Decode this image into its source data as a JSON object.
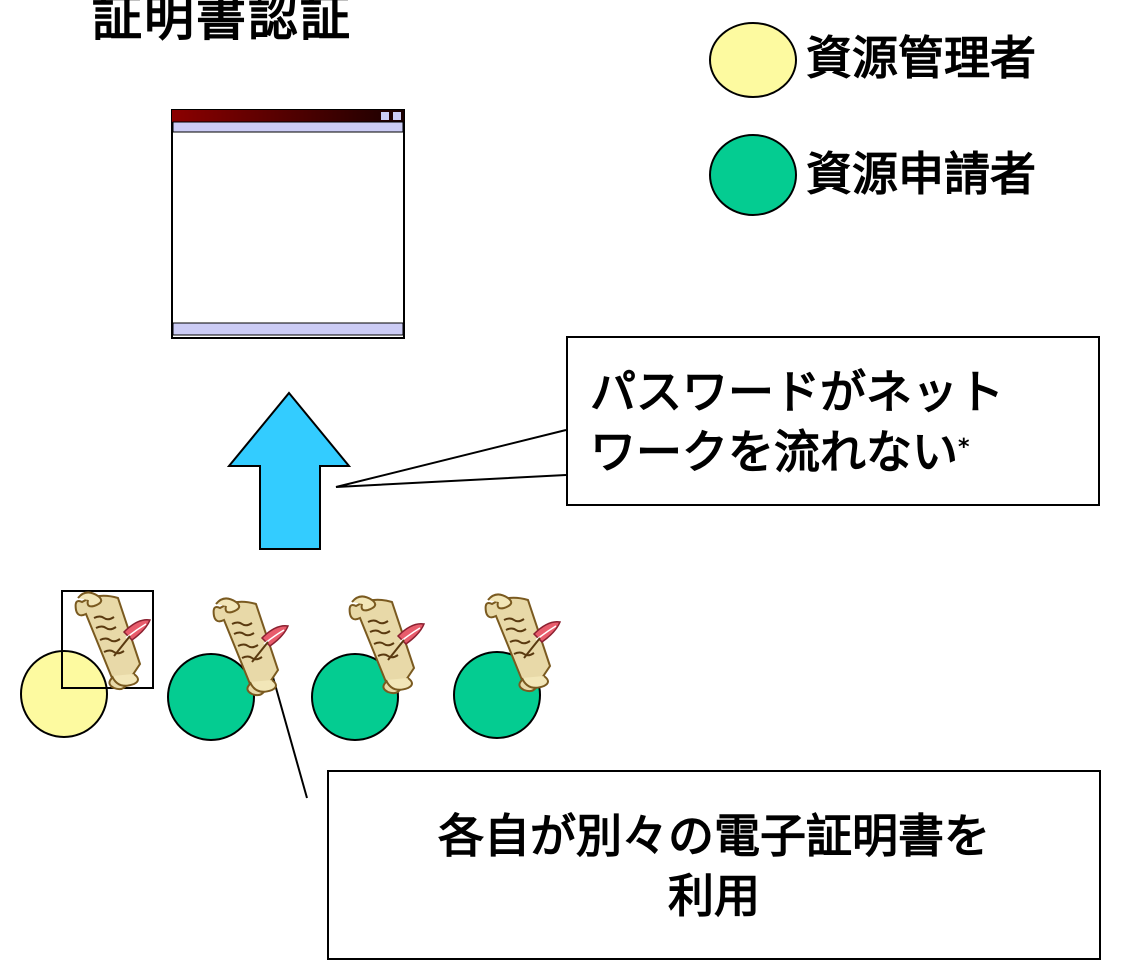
{
  "title": "証明書認証",
  "legend": [
    {
      "label": "資源管理者",
      "color": "#fdfaa0"
    },
    {
      "label": "資源申請者",
      "color": "#04cc91"
    }
  ],
  "callout_network": {
    "line1": "パスワードがネット",
    "line2": "ワークを流れない",
    "mark": "*"
  },
  "callout_cert": {
    "line1": "各自が別々の電子証明書を",
    "line2": "利用"
  },
  "colors": {
    "window_titlebar_start": "#8b0000",
    "window_titlebar_end": "#1a0000",
    "window_bar": "#ccccf5",
    "arrow": "#33ccff",
    "scroll_paper": "#e8d9a8",
    "scroll_ink": "#7a5a20",
    "quill": "#cc4444"
  },
  "icons": [
    "browser-window-icon",
    "upload-arrow-icon",
    "certificate-scroll-icon"
  ]
}
